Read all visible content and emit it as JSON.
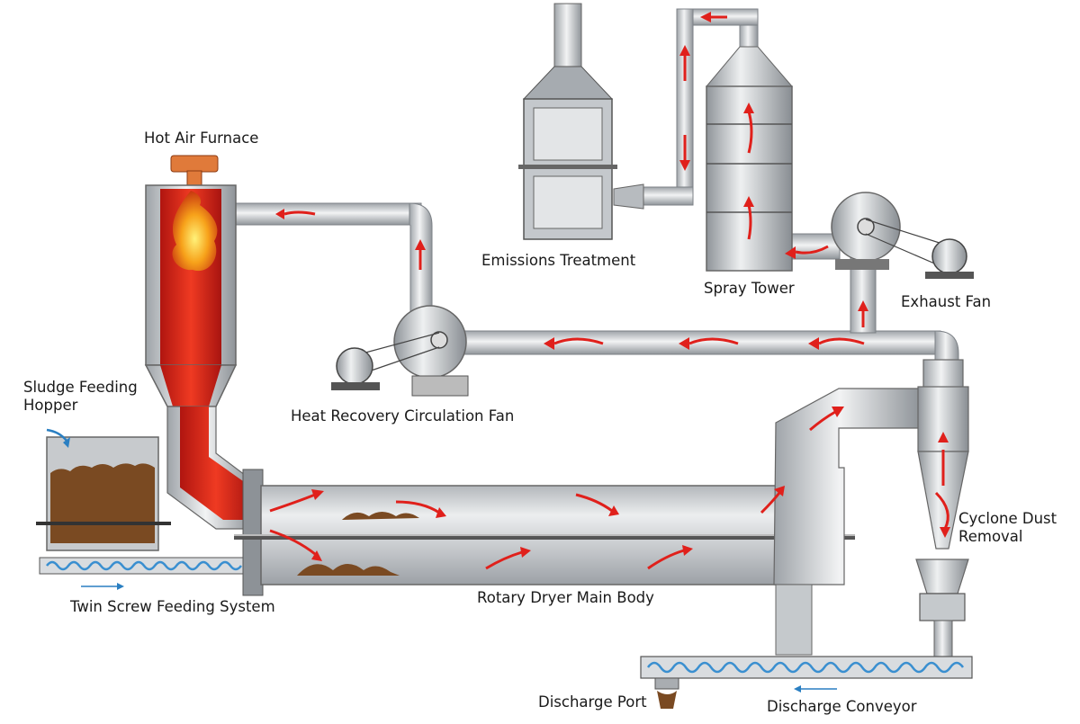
{
  "labels": {
    "hot_air_furnace": "Hot Air Furnace",
    "emissions_treatment": "Emissions Treatment",
    "spray_tower": "Spray Tower",
    "exhaust_fan": "Exhaust Fan",
    "sludge_feeding_hopper_line1": "Sludge Feeding",
    "sludge_feeding_hopper_line2": "Hopper",
    "heat_recovery_fan": "Heat Recovery Circulation Fan",
    "cyclone_dust_removal_line1": "Cyclone Dust",
    "cyclone_dust_removal_line2": "Removal",
    "twin_screw_feeding": "Twin Screw Feeding System",
    "rotary_dryer_main_body": "Rotary Dryer Main Body",
    "discharge_port": "Discharge Port",
    "discharge_conveyor": "Discharge Conveyor"
  },
  "colors": {
    "pipe": "#c9ccd0",
    "pipe_dark": "#8e9398",
    "hot_gas": "#d6231c",
    "flow_arrow": "#e0201b",
    "sludge": "#7a4a22",
    "screw": "#3a8fd0"
  }
}
